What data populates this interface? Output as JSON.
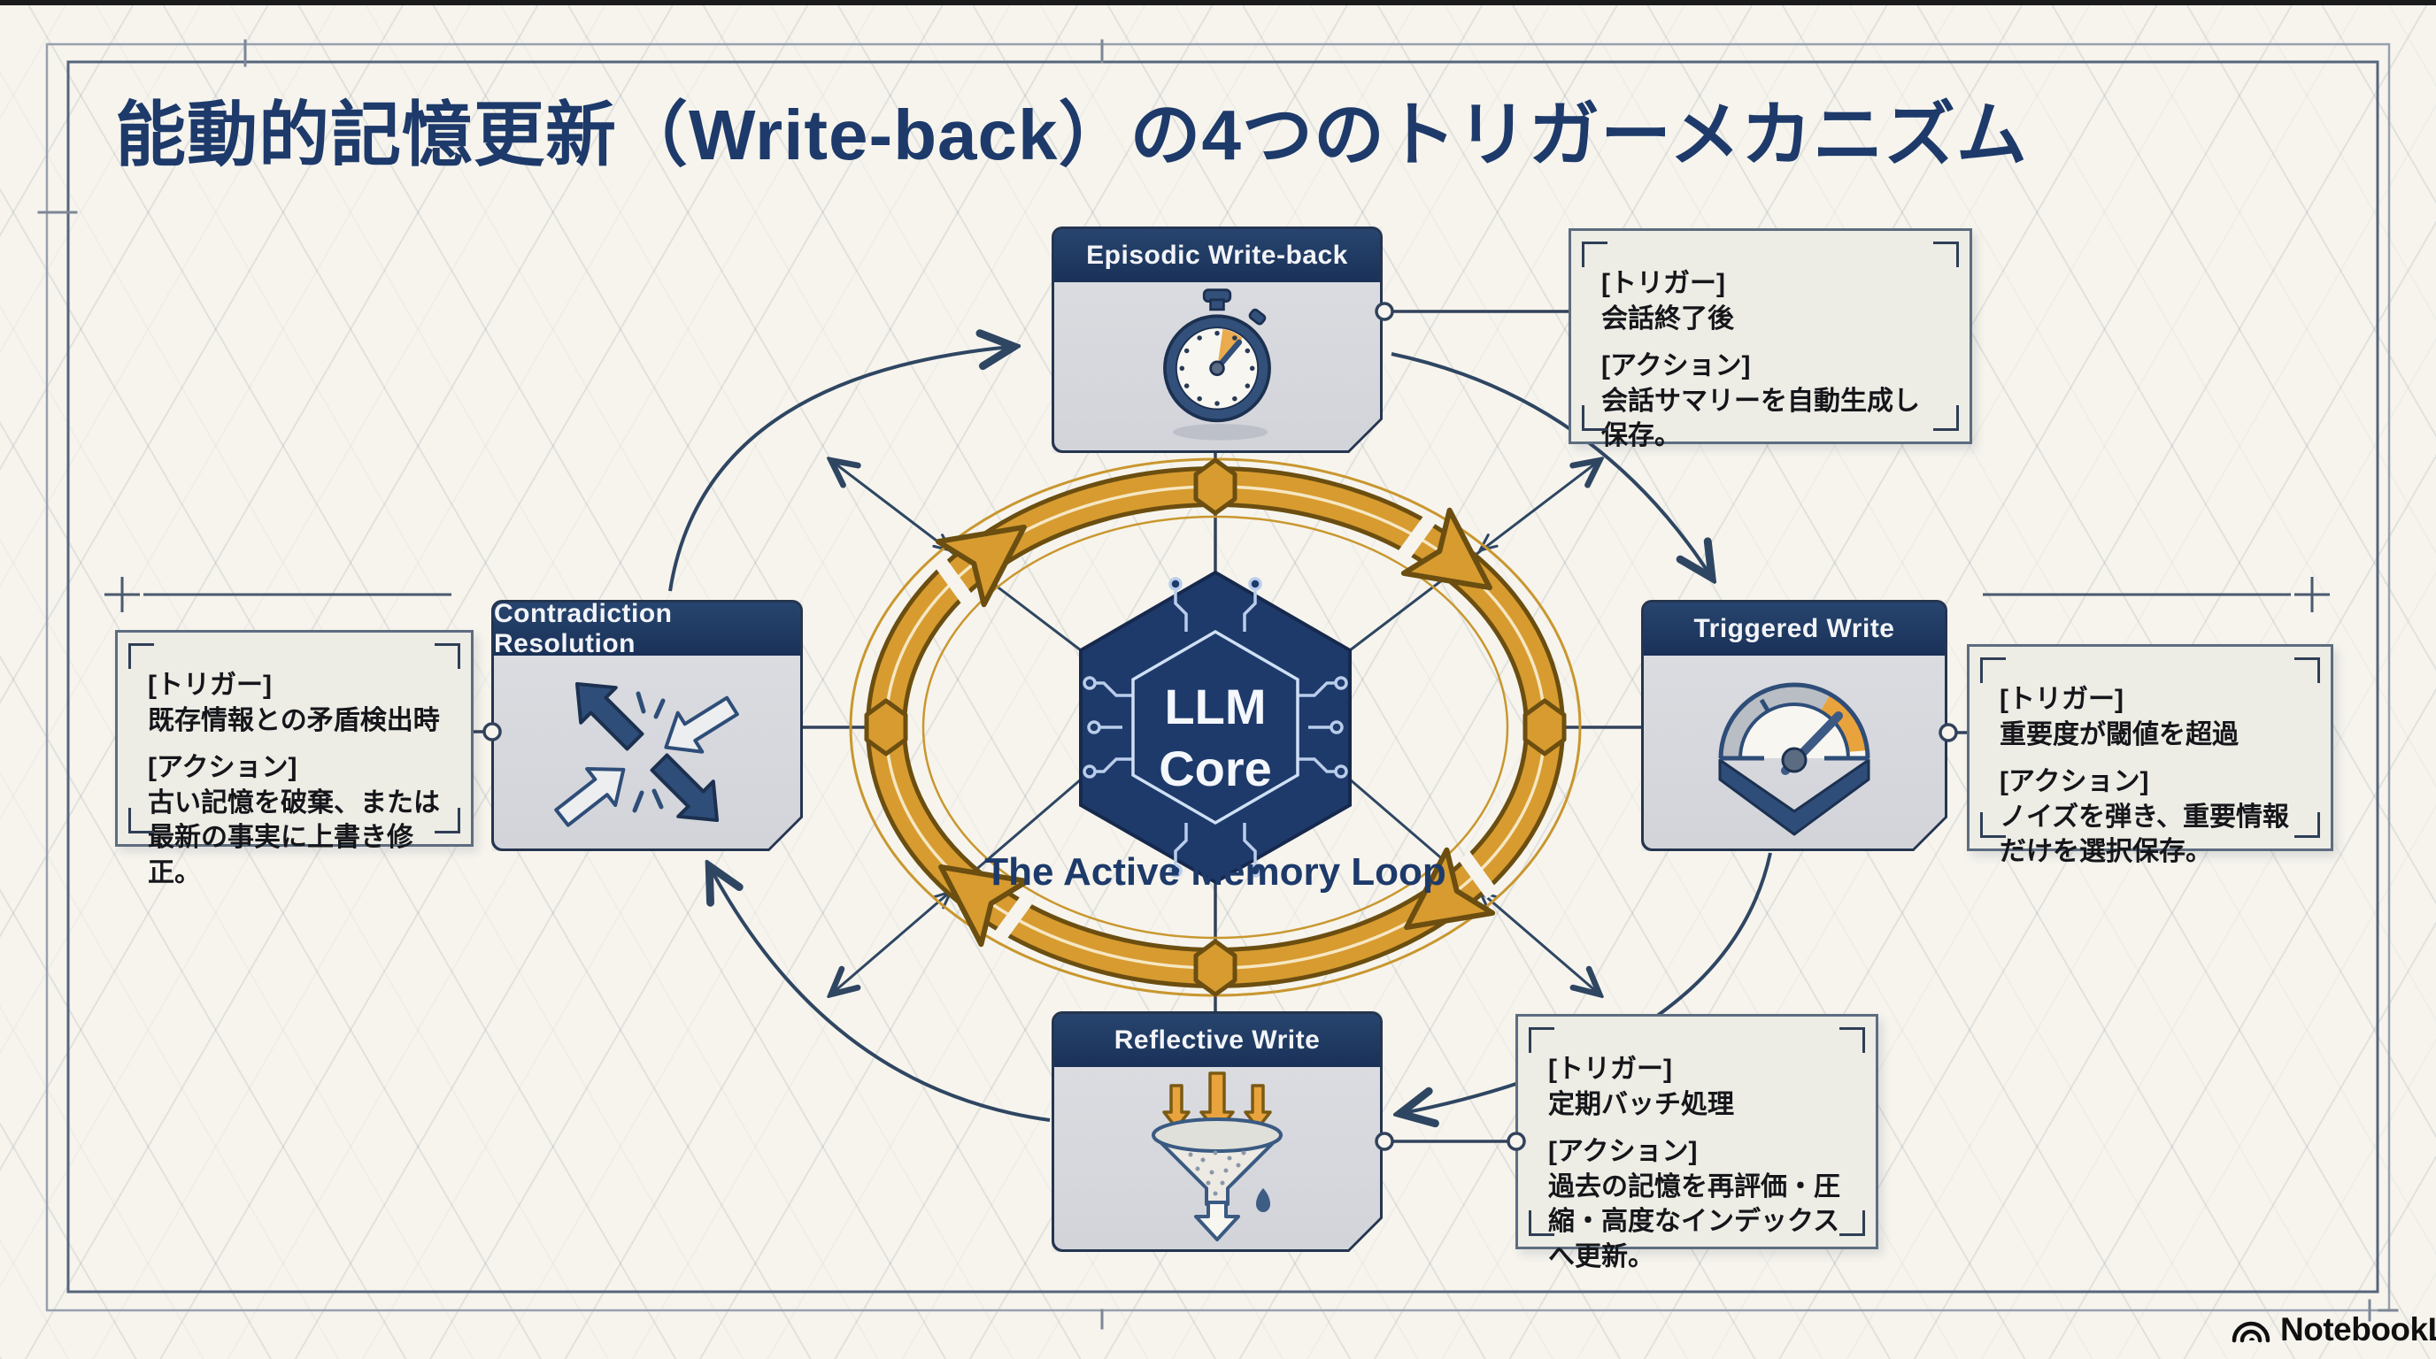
{
  "title": "能動的記憶更新（Write-back）の4つのトリガーメカニズム",
  "center": {
    "core_line1": "LLM",
    "core_line2": "Core",
    "loop_label": "The Active Memory Loop"
  },
  "section_labels": {
    "trigger": "[トリガー]",
    "action": "[アクション]"
  },
  "nodes": {
    "episodic": {
      "label": "Episodic Write-back",
      "icon": "stopwatch-icon"
    },
    "contradiction": {
      "label": "Contradiction Resolution",
      "icon": "colliding-arrows-icon"
    },
    "triggered": {
      "label": "Triggered Write",
      "icon": "gauge-icon"
    },
    "reflective": {
      "label": "Reflective Write",
      "icon": "funnel-icon"
    }
  },
  "annotations": {
    "episodic": {
      "trigger": "会話終了後",
      "action": "会話サマリーを自動生成し保存。"
    },
    "contradiction": {
      "trigger": "既存情報との矛盾検出時",
      "action": "古い記憶を破棄、または最新の事実に上書き修正。"
    },
    "triggered": {
      "trigger": "重要度が閾値を超過",
      "action": "ノイズを弾き、重要情報だけを選択保存。"
    },
    "reflective": {
      "trigger": "定期バッチ処理",
      "action": "過去の記憶を再評価・圧縮・高度なインデックスへ更新。"
    }
  },
  "branding": {
    "name": "NotebookLM"
  },
  "colors": {
    "background": "#F6F4ED",
    "navy": "#1E3A66",
    "gold": "#D79B30",
    "gold_dark": "#6B4E10",
    "line": "#2F4662",
    "note_bg": "#EDECE5"
  }
}
